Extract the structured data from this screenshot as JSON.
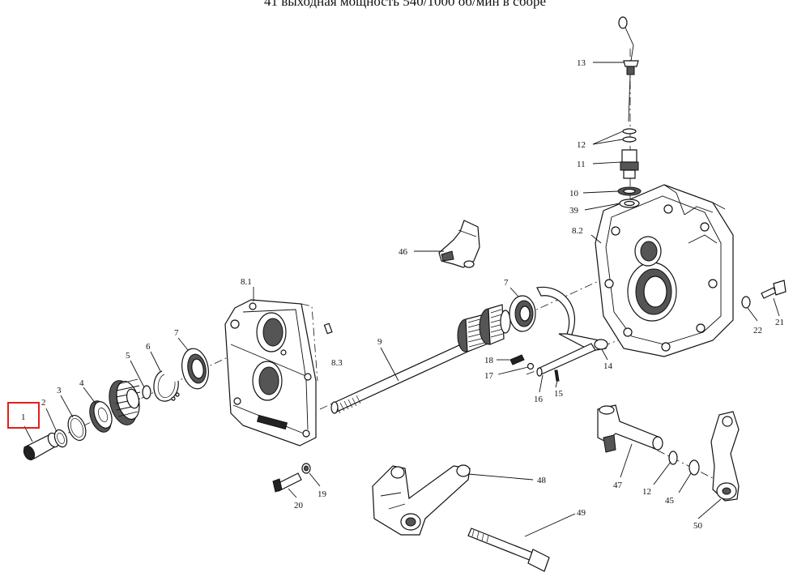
{
  "title": "41 выходная мощность 540/1000 об/мин в сборе",
  "highlight_color": "#e0201a",
  "callouts": [
    {
      "id": "c1",
      "text": "1"
    },
    {
      "id": "c2",
      "text": "2"
    },
    {
      "id": "c3",
      "text": "3"
    },
    {
      "id": "c4",
      "text": "4"
    },
    {
      "id": "c5",
      "text": "5"
    },
    {
      "id": "c6",
      "text": "6"
    },
    {
      "id": "c7a",
      "text": "7"
    },
    {
      "id": "c81",
      "text": "8.1"
    },
    {
      "id": "c83",
      "text": "8.3"
    },
    {
      "id": "c9",
      "text": "9"
    },
    {
      "id": "c46",
      "text": "46"
    },
    {
      "id": "c7b",
      "text": "7"
    },
    {
      "id": "c82",
      "text": "8.2"
    },
    {
      "id": "c13",
      "text": "13"
    },
    {
      "id": "c12a",
      "text": "12"
    },
    {
      "id": "c11",
      "text": "11"
    },
    {
      "id": "c10",
      "text": "10"
    },
    {
      "id": "c39",
      "text": "39"
    },
    {
      "id": "c18",
      "text": "18"
    },
    {
      "id": "c17",
      "text": "17"
    },
    {
      "id": "c16",
      "text": "16"
    },
    {
      "id": "c15",
      "text": "15"
    },
    {
      "id": "c14",
      "text": "14"
    },
    {
      "id": "c22",
      "text": "22"
    },
    {
      "id": "c21",
      "text": "21"
    },
    {
      "id": "c20",
      "text": "20"
    },
    {
      "id": "c19",
      "text": "19"
    },
    {
      "id": "c48",
      "text": "48"
    },
    {
      "id": "c49",
      "text": "49"
    },
    {
      "id": "c47",
      "text": "47"
    },
    {
      "id": "c12b",
      "text": "12"
    },
    {
      "id": "c45",
      "text": "45"
    },
    {
      "id": "c50",
      "text": "50"
    }
  ]
}
